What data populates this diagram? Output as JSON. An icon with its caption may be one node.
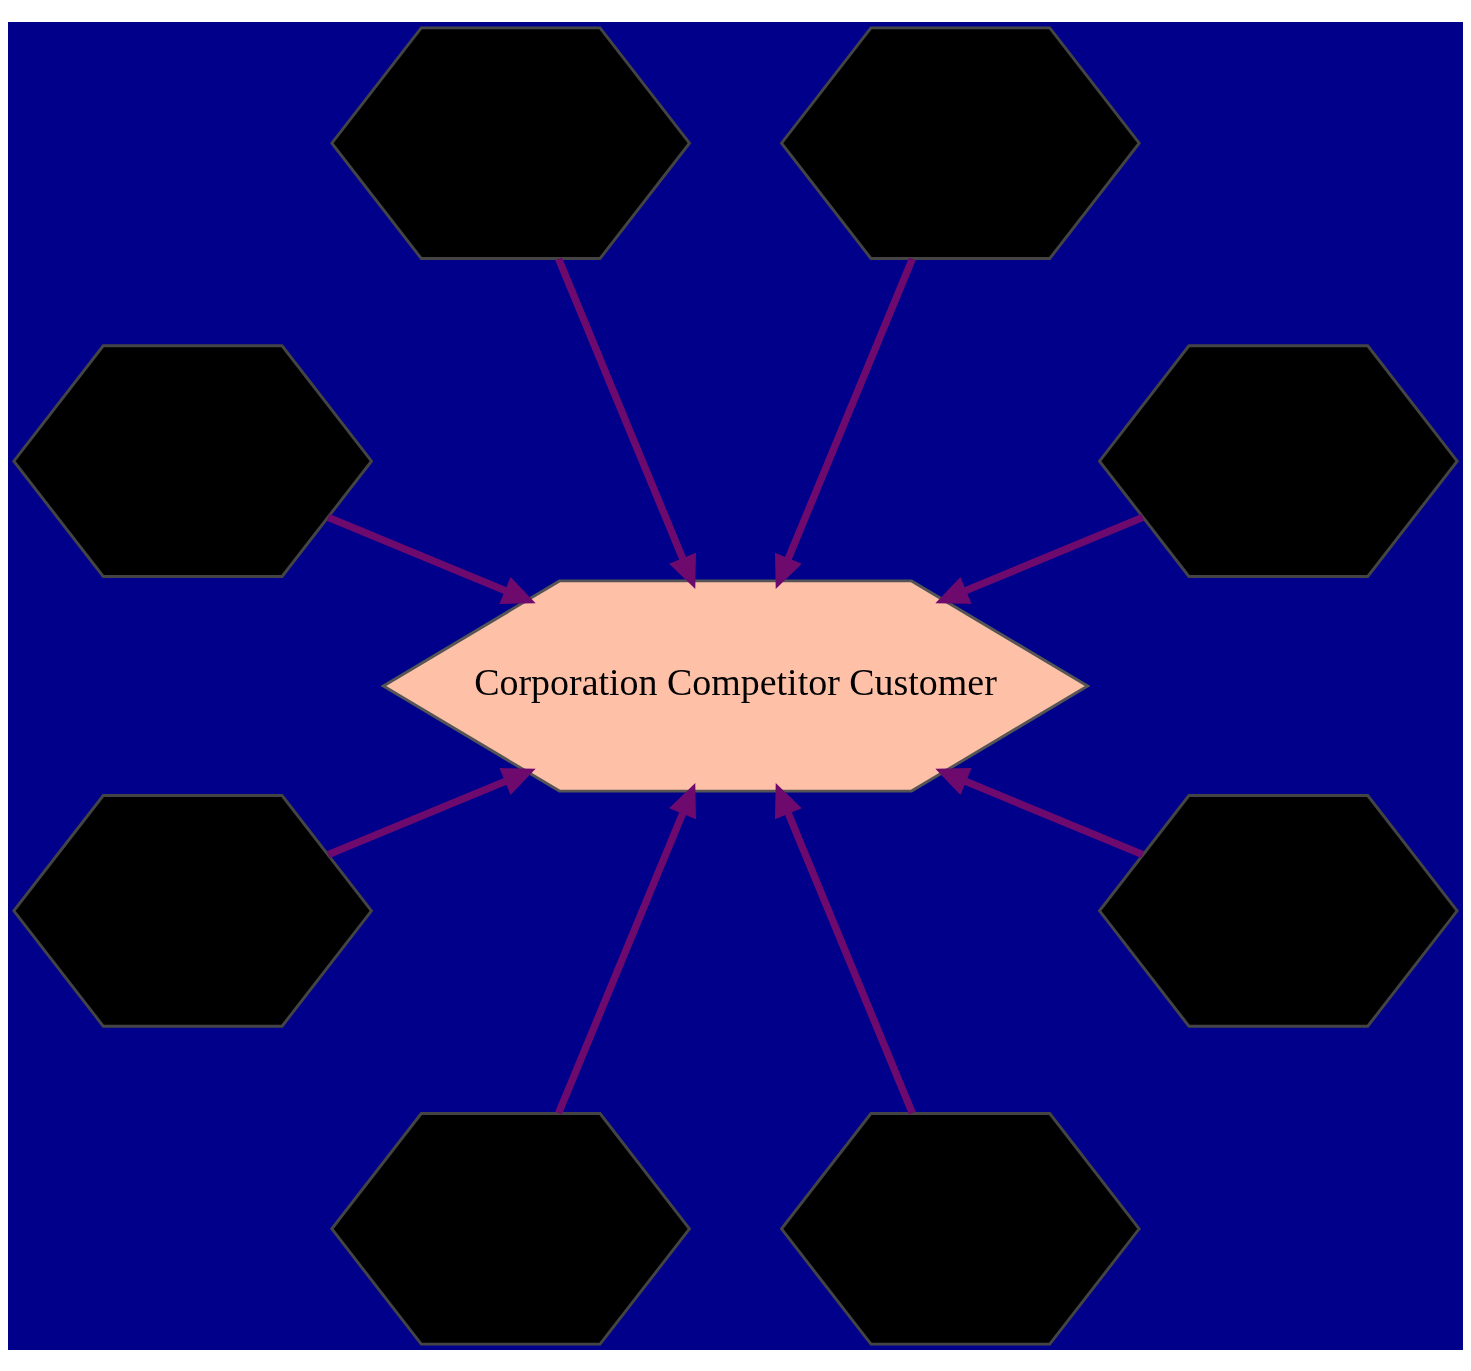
{
  "diagram": {
    "nodes": [
      {
        "text": [],
        "shape": "hexagon"
      },
      {
        "text": [],
        "shape": "hexagon"
      },
      {
        "text": [],
        "shape": "hexagon"
      },
      {
        "text": [],
        "shape": "hexagon"
      },
      {
        "text": [
          "Corporation Competitor Customer"
        ]
      },
      {
        "text": [],
        "shape": "hexagon"
      },
      {
        "text": [],
        "shape": "hexagon"
      },
      {
        "text": [],
        "shape": "hexagon"
      },
      {
        "text": [],
        "shape": "hexagon"
      }
    ],
    "edges": [
      {
        "from": 0,
        "to": 4,
        "arrow": "to"
      },
      {
        "from": 1,
        "to": 4,
        "arrow": "to"
      },
      {
        "from": 2,
        "to": 4,
        "arrow": "to"
      },
      {
        "from": 3,
        "to": 4,
        "arrow": "to"
      },
      {
        "from": 5,
        "to": 4,
        "arrow": "to"
      },
      {
        "from": 6,
        "to": 4,
        "arrow": "to"
      },
      {
        "from": 7,
        "to": 4,
        "arrow": "to"
      },
      {
        "from": 8,
        "to": 4,
        "arrow": "to"
      }
    ]
  }
}
